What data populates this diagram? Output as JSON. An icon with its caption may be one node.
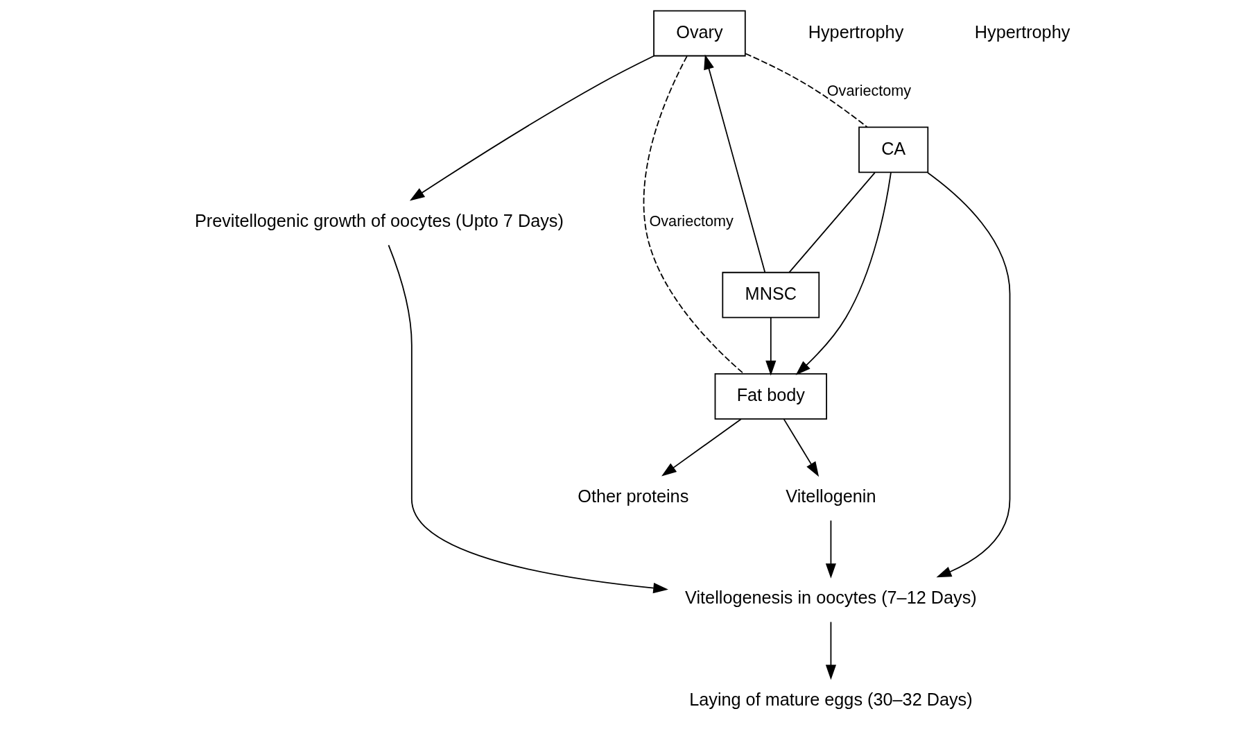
{
  "diagram": {
    "nodes": [
      {
        "text": [
          "Ovary"
        ]
      },
      {
        "text": [
          "Previtellogenic growth of oocytes (Upto 7 Days)"
        ]
      },
      {
        "text": [
          "Vitellogenesis in oocytes (7–12 Days)"
        ]
      },
      {
        "text": [
          "Laying of mature eggs (30–32 Days)"
        ]
      },
      {
        "text": [
          "Fat body"
        ]
      },
      {
        "text": [
          "Other proteins"
        ]
      },
      {
        "text": [
          "Vitellogenin"
        ]
      },
      {
        "text": [
          "MNSC"
        ]
      },
      {
        "text": [
          "CA"
        ]
      }
    ],
    "edges": [
      {
        "from": 7,
        "to": 0,
        "arrow": "to"
      },
      {
        "from": 7,
        "to": 4,
        "arrow": "to"
      },
      {
        "from": 0,
        "to": 4,
        "arrow": "none",
        "style": "dashed",
        "label": "Ovariectomy"
      },
      {
        "from": 0,
        "to": 8,
        "arrow": "none",
        "style": "dashed",
        "label": "Ovariectomy"
      },
      {
        "from": 0,
        "to": 1,
        "arrow": "to"
      },
      {
        "from": 1,
        "to": 2,
        "arrow": "to"
      },
      {
        "from": 4,
        "to": 5,
        "arrow": "to"
      },
      {
        "from": 4,
        "to": 6,
        "arrow": "to"
      },
      {
        "from": 6,
        "to": 2,
        "arrow": "to"
      },
      {
        "from": 8,
        "to": 7,
        "arrow": "none"
      },
      {
        "from": 8,
        "to": 2,
        "arrow": "to"
      },
      {
        "from": 2,
        "to": 3,
        "arrow": "to"
      },
      {
        "from": 8,
        "to": 4,
        "arrow": "to"
      }
    ],
    "labels": [
      "Hypertrophy",
      "Hypertrophy"
    ]
  }
}
